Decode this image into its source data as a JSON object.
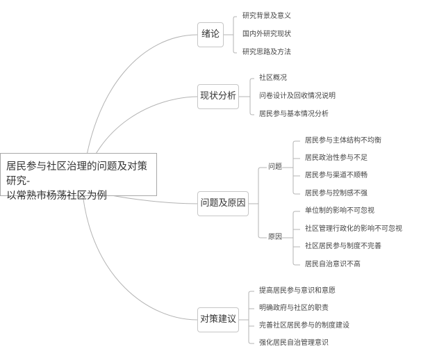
{
  "root": {
    "line1": "居民参与社区治理的问题及对策研究-",
    "line2": "以常熟市杨荡社区为例"
  },
  "branches": [
    {
      "label": "绪论",
      "children": [
        {
          "label": "研究背景及意义"
        },
        {
          "label": "国内外研究现状"
        },
        {
          "label": "研究思路及方法"
        }
      ]
    },
    {
      "label": "现状分析",
      "children": [
        {
          "label": "社区概况"
        },
        {
          "label": "问卷设计及回收情况说明"
        },
        {
          "label": "居民参与基本情况分析"
        }
      ]
    },
    {
      "label": "问题及原因",
      "children": [
        {
          "label": "问题",
          "children": [
            {
              "label": "居民参与主体结构不均衡"
            },
            {
              "label": "居民政治性参与不足"
            },
            {
              "label": "居民参与渠道不顺畅"
            },
            {
              "label": "居民参与控制感不强"
            }
          ]
        },
        {
          "label": "原因",
          "children": [
            {
              "label": "单位制的影响不可忽视"
            },
            {
              "label": "社区管理行政化的影响不可忽视"
            },
            {
              "label": "社区居民参与制度不完善"
            },
            {
              "label": "居民自治意识不高"
            }
          ]
        }
      ]
    },
    {
      "label": "对策建议",
      "children": [
        {
          "label": "提高居民参与意识和意愿"
        },
        {
          "label": "明确政府与社区的职责"
        },
        {
          "label": "完善社区居民参与的制度建设"
        },
        {
          "label": "强化居民自治管理意识"
        }
      ]
    }
  ],
  "colors": {
    "line": "#b3b3b3",
    "border": "#c6c6c6",
    "text": "#333333"
  }
}
